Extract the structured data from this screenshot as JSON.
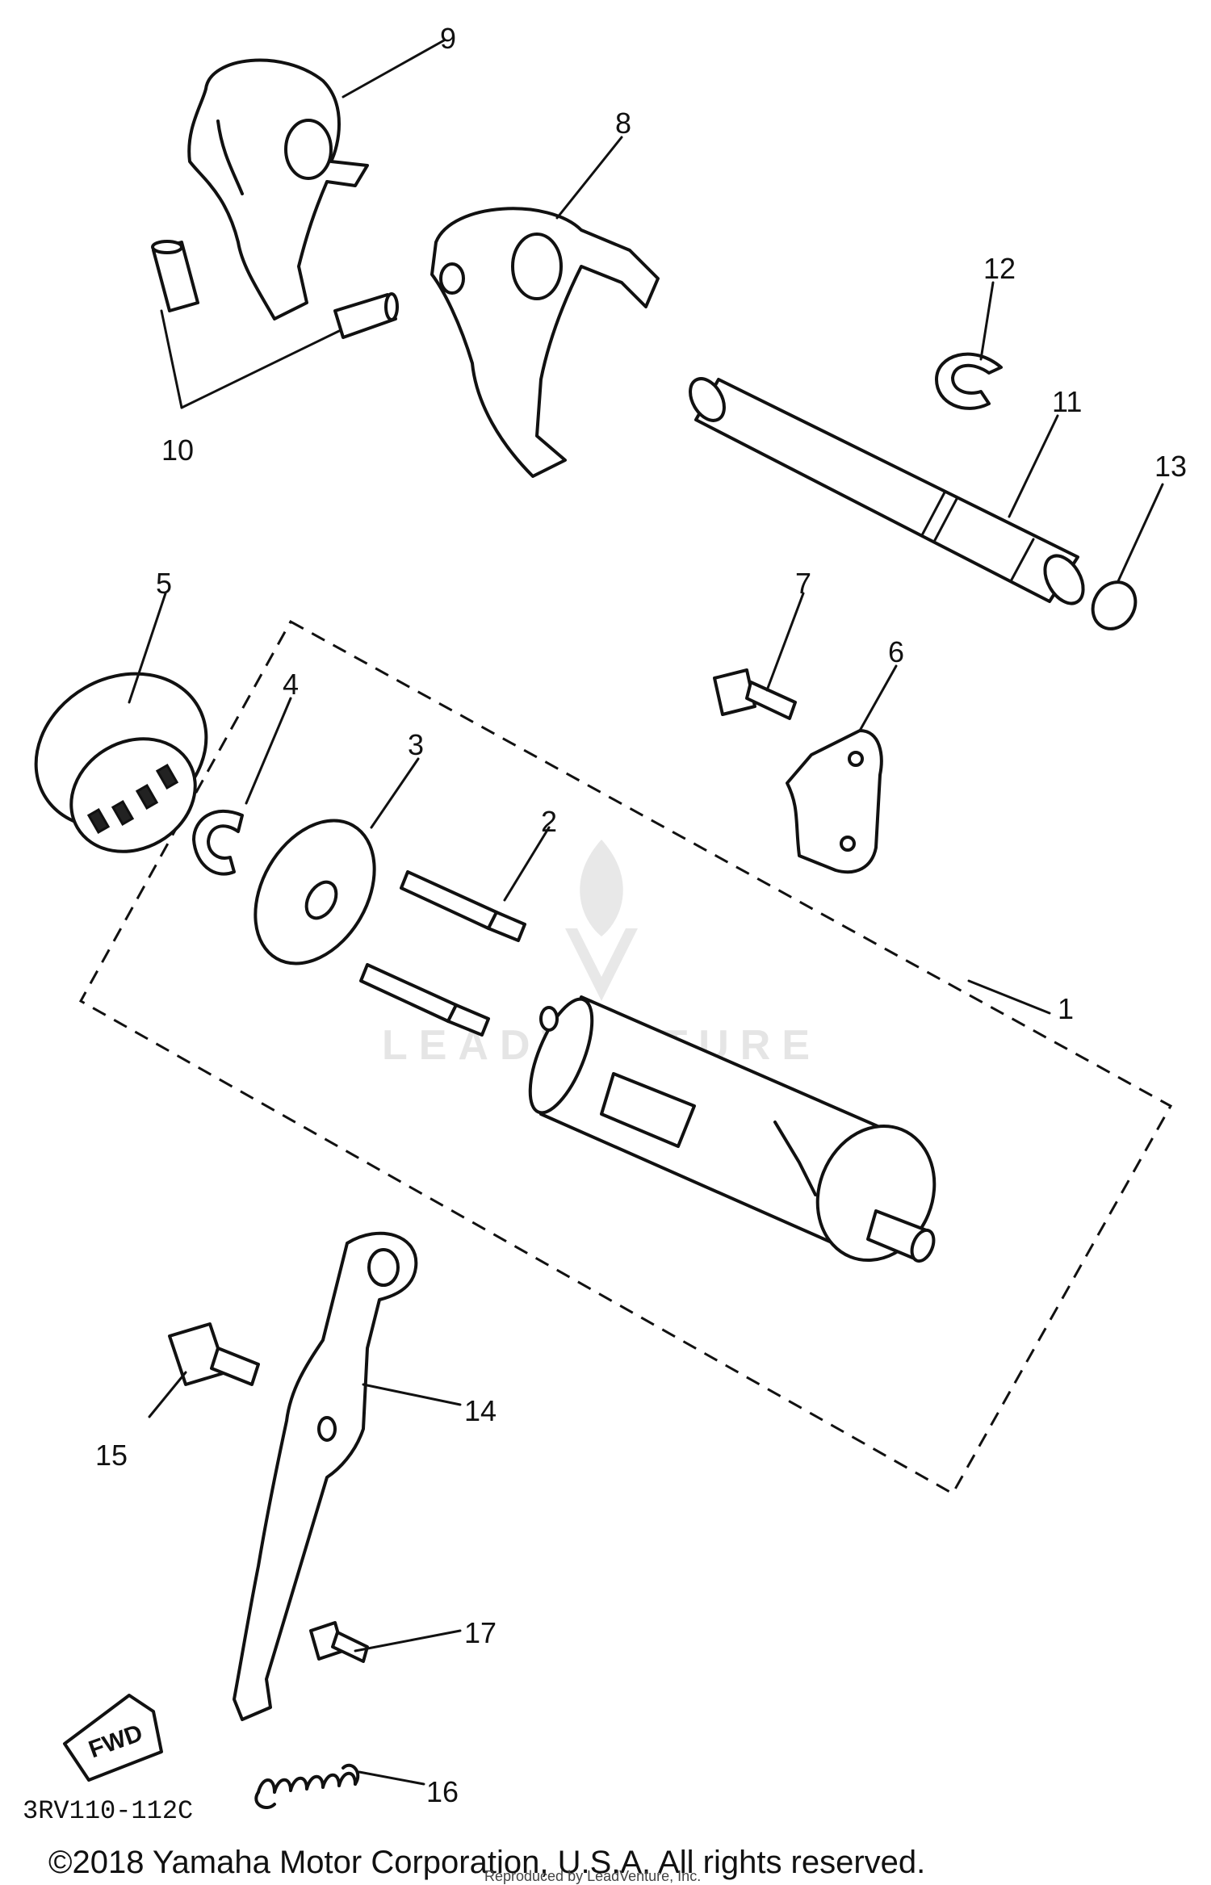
{
  "diagram": {
    "callouts": [
      "1",
      "2",
      "3",
      "4",
      "5",
      "6",
      "7",
      "8",
      "9",
      "10",
      "11",
      "12",
      "13",
      "14",
      "15",
      "16",
      "17"
    ],
    "drawing_code": "3RV110-112C",
    "fwd_label": "FWD",
    "copyright": "©2018 Yamaha Motor Corporation, U.S.A. All rights reserved.",
    "overlay_note": "Reproduced by LeadVenture, Inc.",
    "watermark": "LEADVENTURE"
  }
}
